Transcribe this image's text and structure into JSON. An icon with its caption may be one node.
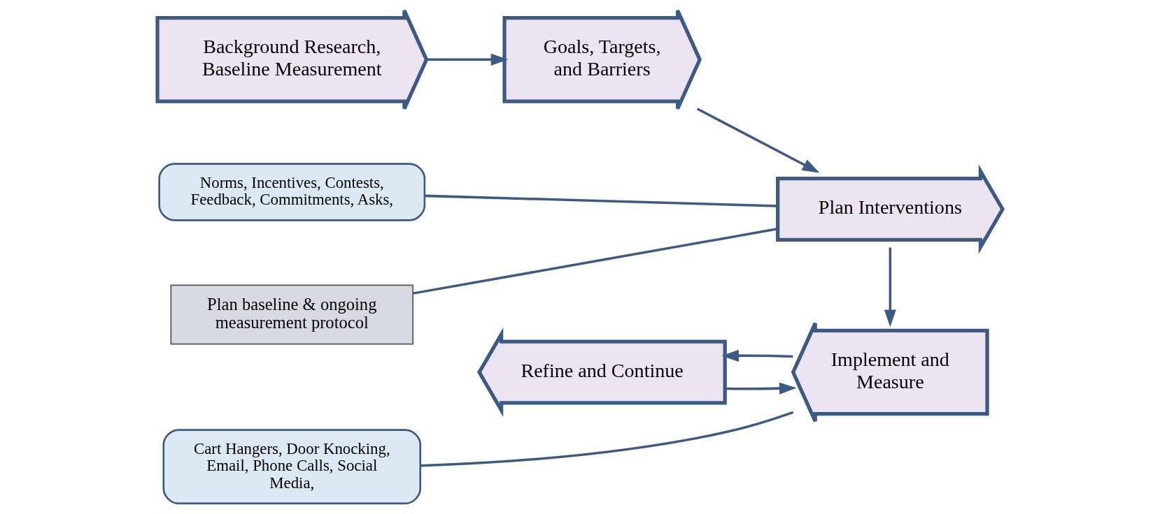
{
  "diagram": {
    "nodes": [
      {
        "text": [
          "Background Research, Baseline Measurement"
        ]
      },
      {
        "text": [
          "Goals, Targets, and Barriers"
        ]
      },
      {
        "text": [
          "Plan Interventions"
        ]
      },
      {
        "text": [
          "Norms, Incentives, Contests, Feedback, Commitments, Asks,"
        ]
      },
      {
        "text": [
          "Plan baseline & ongoing measurement protocol"
        ]
      },
      {
        "text": [
          "Implement and Measure"
        ]
      },
      {
        "text": [
          "Refine and Continue"
        ]
      },
      {
        "text": [
          "Cart Hangers, Door Knocking, Email, Phone Calls, Social Media,"
        ]
      }
    ],
    "edges": [
      {
        "from": 0,
        "to": 1,
        "arrow": "to"
      },
      {
        "from": 1,
        "to": 2,
        "arrow": "to"
      },
      {
        "from": 2,
        "to": 5,
        "arrow": "to"
      },
      {
        "from": 5,
        "to": 6,
        "arrow": "to"
      },
      {
        "from": 6,
        "to": 5,
        "arrow": "to"
      },
      {
        "from": 3,
        "to": 2,
        "arrow": "none"
      },
      {
        "from": 4,
        "to": 2,
        "arrow": "none"
      },
      {
        "from": 7,
        "to": 5,
        "arrow": "none"
      }
    ]
  }
}
